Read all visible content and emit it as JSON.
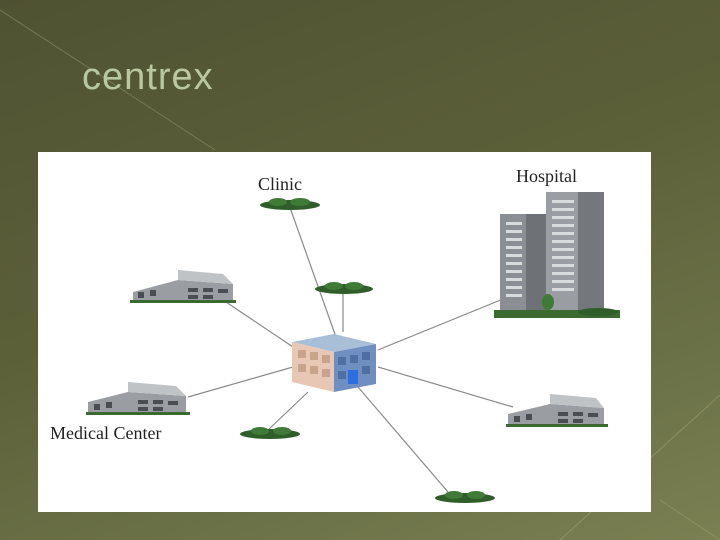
{
  "slide": {
    "title": "centrex"
  },
  "diagram": {
    "labels": {
      "clinic": "Clinic",
      "hospital": "Hospital",
      "medical_center": "Medical Center"
    },
    "colors": {
      "background_dark": "#4f5232",
      "title_text": "#b9c8a0",
      "building_blue": "#6f8fc0",
      "building_pink": "#e8c8b4",
      "foliage_green": "#2f5e2a"
    }
  }
}
